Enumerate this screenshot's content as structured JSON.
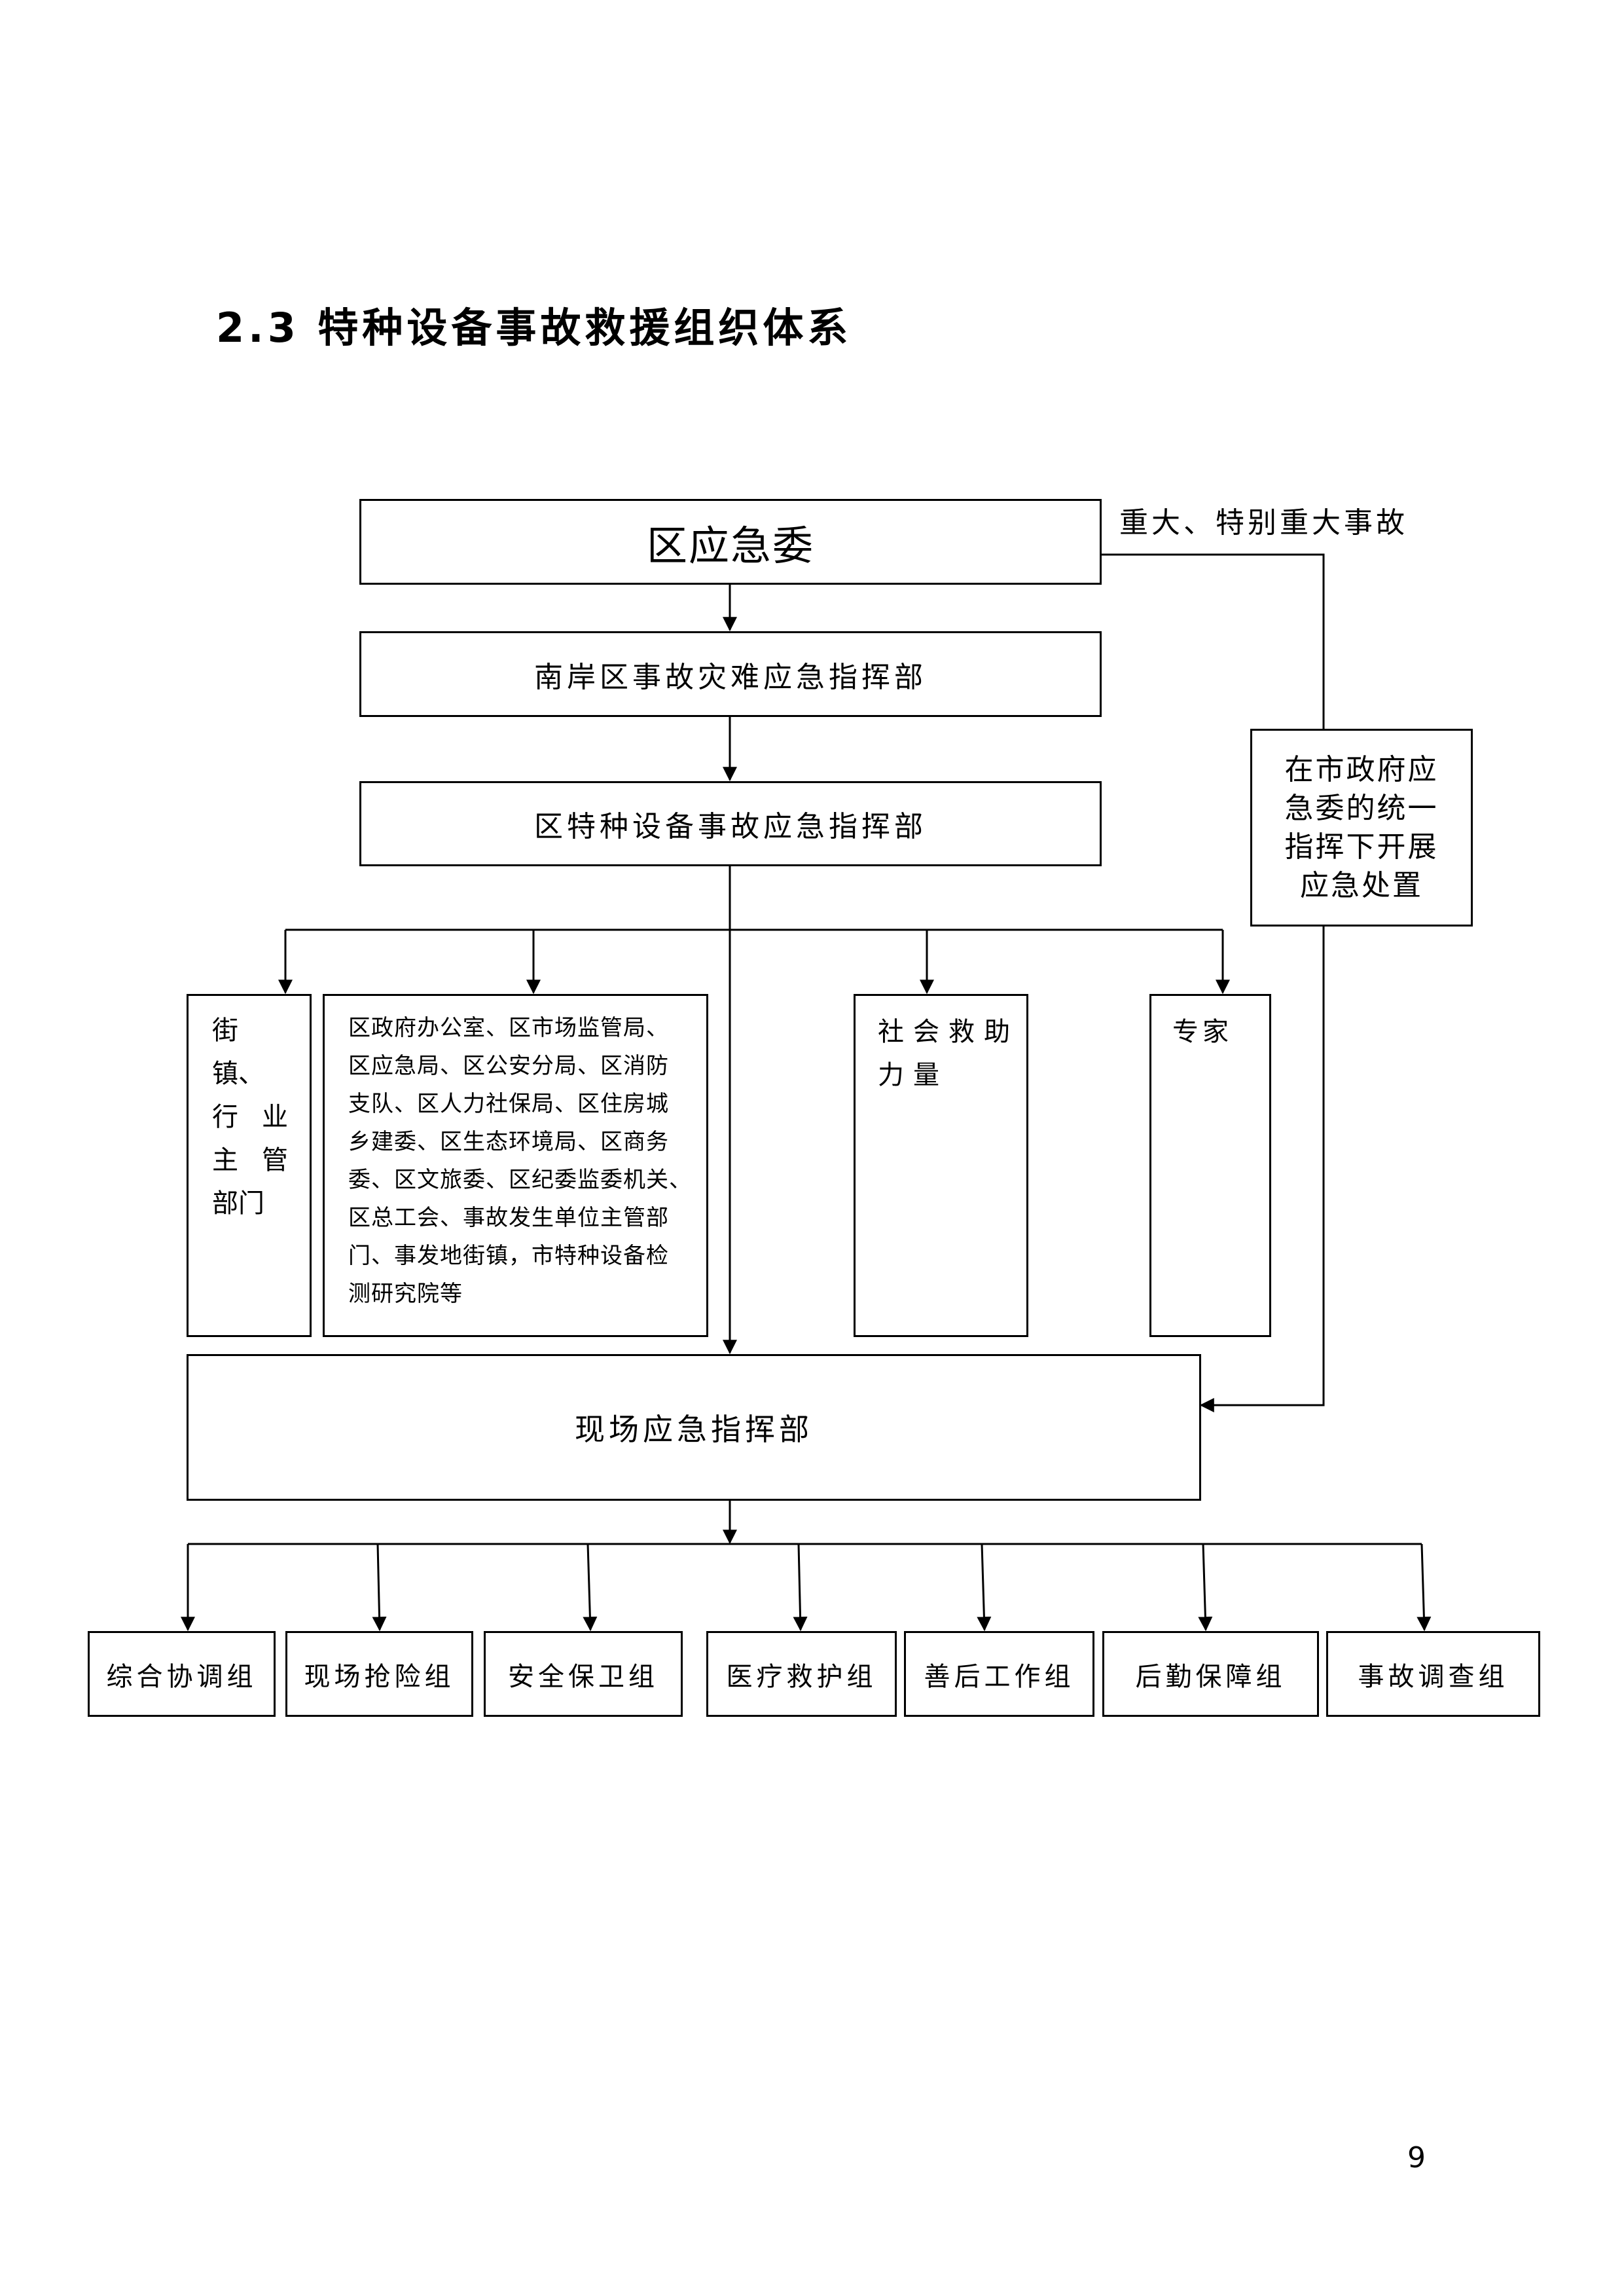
{
  "title": "2.3 特种设备事故救援组织体系",
  "nodes": {
    "committee": "区应急委",
    "district_hq": "南岸区事故灾难应急指挥部",
    "special_hq": "区特种设备事故应急指挥部",
    "street_depts": {
      "line1": "街镇、",
      "line2a": "行",
      "line2b": "业",
      "line3a": "主",
      "line3b": "管",
      "line4": "部门"
    },
    "departments": "区政府办公室、区市场监管局、\n区应急局、区公安分局、区消防\n支队、区人力社保局、区住房城\n乡建委、区生态环境局、区商务\n委、区文旅委、区纪委监委机关、\n区总工会、事故发生单位主管部\n门、事发地街镇，市特种设备检\n测研究院等",
    "social_forces": "社会救助\n力量",
    "experts": "专家",
    "city_gov": "在市政府应\n急委的统一\n指挥下开展\n应急处置",
    "field_hq": "现场应急指挥部"
  },
  "major_accident_note": "重大、特别重大事故",
  "groups": [
    "综合协调组",
    "现场抢险组",
    "安全保卫组",
    "医疗救护组",
    "善后工作组",
    "后勤保障组",
    "事故调查组"
  ],
  "page_number": "9"
}
